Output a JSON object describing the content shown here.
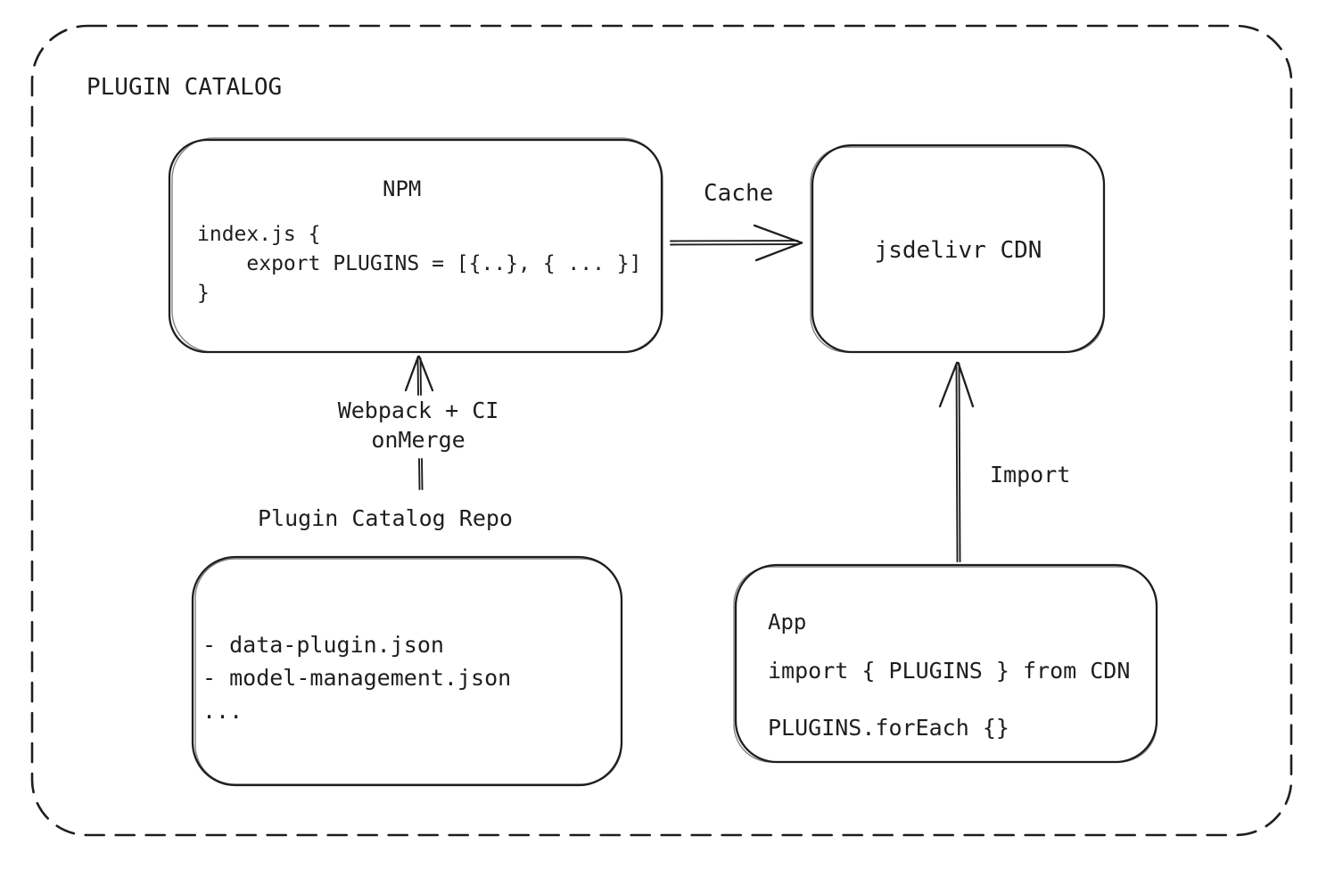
{
  "diagram": {
    "title": "PLUGIN CATALOG"
  },
  "theme": {
    "background": "#ffffff",
    "stroke": "#1e1e1e"
  },
  "nodes": {
    "npm": {
      "title": "NPM",
      "code": "index.js {\n    export PLUGINS = [{..}, { ... }]\n}"
    },
    "cdn": {
      "label": "jsdelivr CDN"
    },
    "repo": {
      "label": "Plugin Catalog Repo",
      "files": "- data-plugin.json\n- model-management.json\n..."
    },
    "app": {
      "title": "App",
      "code": "import { PLUGINS } from CDN\n\nPLUGINS.forEach {}"
    }
  },
  "edges": {
    "cache": {
      "label": "Cache",
      "from": "NPM",
      "to": "jsdelivr CDN",
      "direction": "right"
    },
    "merge": {
      "label": "Webpack + CI\nonMerge",
      "from": "Plugin Catalog Repo",
      "to": "NPM",
      "direction": "up"
    },
    "import": {
      "label": "Import",
      "from": "App",
      "to": "jsdelivr CDN",
      "direction": "up"
    }
  }
}
